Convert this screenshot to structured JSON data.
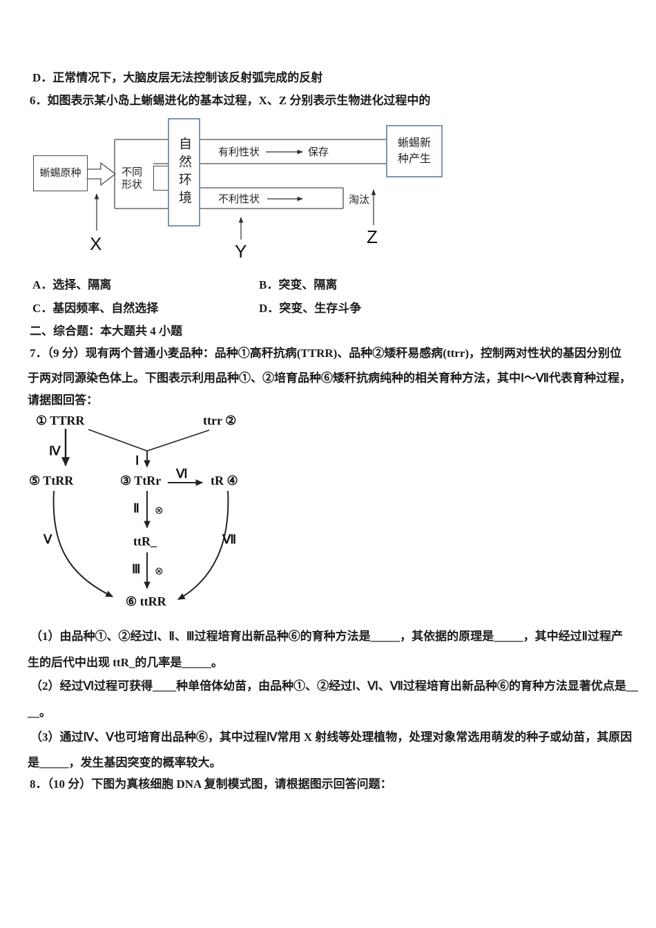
{
  "colors": {
    "accent_blue": "#7f95b0",
    "ink": "#1b1b1b",
    "line": "#2f2f2f"
  },
  "text_lines": {
    "d_option_prev": "D．正常情况下，大脑皮层无法控制该反射弧完成的反射",
    "q6_stem": "6．如图表示某小岛上蜥蜴进化的基本过程，X、Z 分别表示生物进化过程中的",
    "opt_a": "A．选择、隔离",
    "opt_b": "B．突变、隔离",
    "opt_c": "C．基因频率、自然选择",
    "opt_d": "D．突变、生存斗争",
    "section_header": "二、综合题：本大题共 4 小题",
    "q7_line1": "7．（9 分）现有两个普通小麦品种：品种①高秆抗病(TTRR)、品种②矮秆易感病(ttrr)，控制两对性状的基因分别位",
    "q7_line2": "于两对同源染色体上。下图表示利用品种①、②培育品种⑥矮秆抗病纯种的相关育种方法，其中Ⅰ～Ⅶ代表育种过程，",
    "q7_line3": "请据图回答：",
    "p1_line1": "（1）由品种①、②经过Ⅰ、Ⅱ、Ⅲ过程培育出新品种⑥的育种方法是_____，其依据的原理是_____，其中经过Ⅱ过程产",
    "p1_line2": "生的后代中出现 ttR_的几率是_____。",
    "p2_line1": "（2）经过Ⅵ过程可获得____种单倍体幼苗，由品种①、②经过Ⅰ、Ⅵ、Ⅶ过程培育出新品种⑥的育种方法显著优点是__",
    "p2_line2": "__。",
    "p3_line1": "（3）通过Ⅳ、Ⅴ也可培育出品种⑥，其中过程Ⅳ常用 X 射线等处理植物，处理对象常选用萌发的种子或幼苗，其原因",
    "p3_line2": "是_____，发生基因突变的概率较大。",
    "q8_stem": "8．（10 分）下图为真核细胞 DNA 复制模式图，请根据图示回答问题："
  },
  "evolution_diagram": {
    "origin_box": "蜥蜴原种",
    "shape_label_line1": "不同",
    "shape_label_line2": "形状",
    "environment_box": "自然环境",
    "favorable_label": "有利性状",
    "preserve_label": "保存",
    "unfavorable_label": "不利性状",
    "eliminate_label": "淘汰",
    "new_species_line1": "蜥蜴新",
    "new_species_line2": "种产生",
    "x_label": "X",
    "y_label": "Y",
    "z_label": "Z"
  },
  "breeding_diagram": {
    "parent1": "① TTRR",
    "parent2": "ttrr ②",
    "hybrid3": "③ TtRr",
    "gamete4": "tR ④",
    "line5": "⑤ TtRR",
    "product6": "⑥ ttRR",
    "intermediate": "ttR_",
    "roman_1": "Ⅰ",
    "roman_2": "Ⅱ",
    "roman_3": "Ⅲ",
    "roman_4": "Ⅳ",
    "roman_5": "Ⅴ",
    "roman_6": "Ⅵ",
    "roman_7": "Ⅶ",
    "selfing_symbol_1": "⊗",
    "selfing_symbol_2": "⊗"
  }
}
